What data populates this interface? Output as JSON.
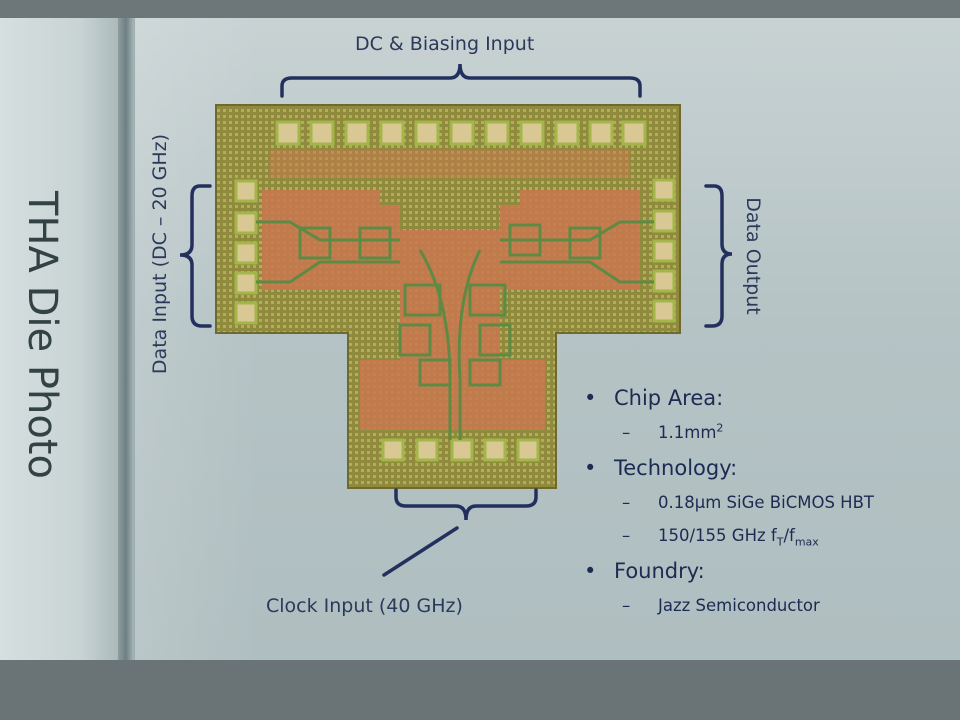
{
  "slide": {
    "title": "THA Die Photo"
  },
  "labels": {
    "dc_biasing_input": "DC & Biasing Input",
    "data_input": "Data Input (DC – 20 GHz)",
    "data_output": "Data Output",
    "clock_input": "Clock Input (40 GHz)"
  },
  "bullets": {
    "chip_area": {
      "heading": "Chip Area:",
      "value_main": "1.1mm",
      "value_sup": "2"
    },
    "technology": {
      "heading": "Technology:",
      "item1": "0.18μm SiGe BiCMOS HBT",
      "item2_main": "150/155 GHz f",
      "item2_sub1": "T",
      "item2_mid": "/f",
      "item2_sub2": "max"
    },
    "foundry": {
      "heading": "Foundry:",
      "item1": "Jazz Semiconductor"
    }
  },
  "colors": {
    "die_body": "#9a8f3a",
    "pad_gold": "#d8c99a",
    "metal_copper": "#c9784f",
    "annotation_navy": "#23305e",
    "title_gray": "#334244"
  }
}
